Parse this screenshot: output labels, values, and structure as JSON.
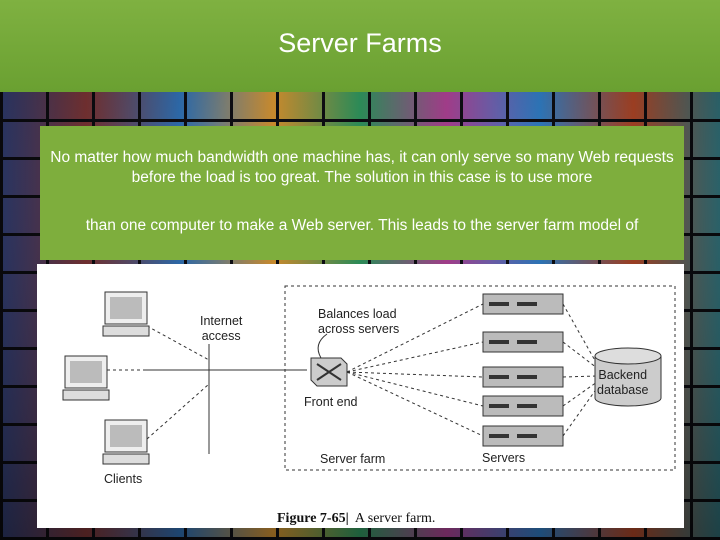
{
  "slide": {
    "title": "Server Farms",
    "paragraph_line1": "No matter how much bandwidth one machine has, it can only serve so many Web requests before the load is too great. The solution in this case is to use more",
    "paragraph_line2": "than one computer to make a Web server. This leads to the server farm model of"
  },
  "figure": {
    "internet_access": "Internet\naccess",
    "balances_load": "Balances load\nacross servers",
    "front_end": "Front end",
    "backend_database": "Backend\ndatabase",
    "server_farm": "Server farm",
    "servers": "Servers",
    "clients": "Clients",
    "caption_number": "Figure 7-65",
    "caption_text": "A server farm."
  }
}
